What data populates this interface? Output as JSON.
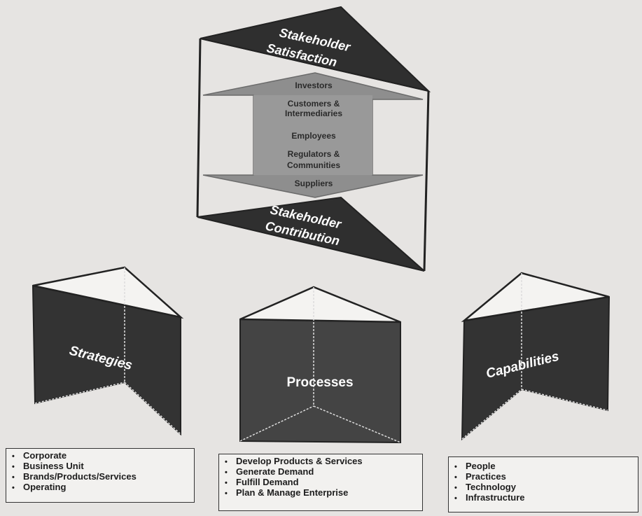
{
  "top_prism": {
    "top_label": [
      "Stakeholder",
      "Satisfaction"
    ],
    "bottom_label": [
      "Stakeholder",
      "Contribution"
    ],
    "stakeholders": [
      "Investors",
      "Customers &",
      "Intermediaries",
      "Employees",
      "Regulators &",
      "Communities",
      "Suppliers"
    ]
  },
  "prisms": {
    "strategies": {
      "label": "Strategies"
    },
    "processes": {
      "label": "Processes"
    },
    "capabilities": {
      "label": "Capabilities"
    }
  },
  "lists": {
    "strategies": [
      "Corporate",
      "Business Unit",
      "Brands/Products/Services",
      "Operating"
    ],
    "processes": [
      "Develop Products & Services",
      "Generate Demand",
      "Fulfill Demand",
      "Plan & Manage Enterprise"
    ],
    "capabilities": [
      "People",
      "Practices",
      "Technology",
      "Infrastructure"
    ]
  },
  "colors": {
    "dark_face": "#333333",
    "arrow_fill": "#8f8f8f",
    "background": "#e6e4e2"
  }
}
